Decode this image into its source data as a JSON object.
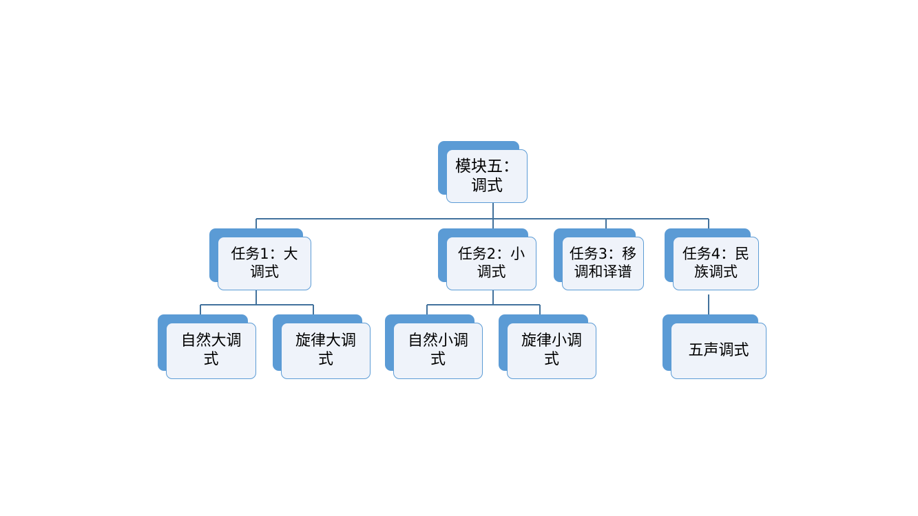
{
  "diagram": {
    "type": "org-chart",
    "title_node": "模块五：\n调式",
    "colors": {
      "plate": "#5B9BD5",
      "card_fill": "#EFF3FA",
      "card_border": "#5B9BD5",
      "connector": "#41719C",
      "text": "#000000",
      "background": "#FFFFFF"
    },
    "levels": [
      {
        "level": 1,
        "nodes": [
          {
            "id": "root",
            "label": "模块五：\n调式"
          }
        ]
      },
      {
        "level": 2,
        "nodes": [
          {
            "id": "task1",
            "label": "任务1：大\n调式"
          },
          {
            "id": "task2",
            "label": "任务2：小\n调式"
          },
          {
            "id": "task3",
            "label": "任务3：移\n调和译谱"
          },
          {
            "id": "task4",
            "label": "任务4：民\n族调式"
          }
        ]
      },
      {
        "level": 3,
        "nodes": [
          {
            "id": "leaf1",
            "label": "自然大调\n式",
            "parent": "task1"
          },
          {
            "id": "leaf2",
            "label": "旋律大调\n式",
            "parent": "task1"
          },
          {
            "id": "leaf3",
            "label": "自然小调\n式",
            "parent": "task2"
          },
          {
            "id": "leaf4",
            "label": "旋律小调\n式",
            "parent": "task2"
          },
          {
            "id": "leaf5",
            "label": "五声调式",
            "parent": "task4"
          }
        ]
      }
    ],
    "edges": [
      {
        "from": "root",
        "to": "task1"
      },
      {
        "from": "root",
        "to": "task2"
      },
      {
        "from": "root",
        "to": "task3"
      },
      {
        "from": "root",
        "to": "task4"
      },
      {
        "from": "task1",
        "to": "leaf1"
      },
      {
        "from": "task1",
        "to": "leaf2"
      },
      {
        "from": "task2",
        "to": "leaf3"
      },
      {
        "from": "task2",
        "to": "leaf4"
      },
      {
        "from": "task4",
        "to": "leaf5"
      }
    ]
  }
}
